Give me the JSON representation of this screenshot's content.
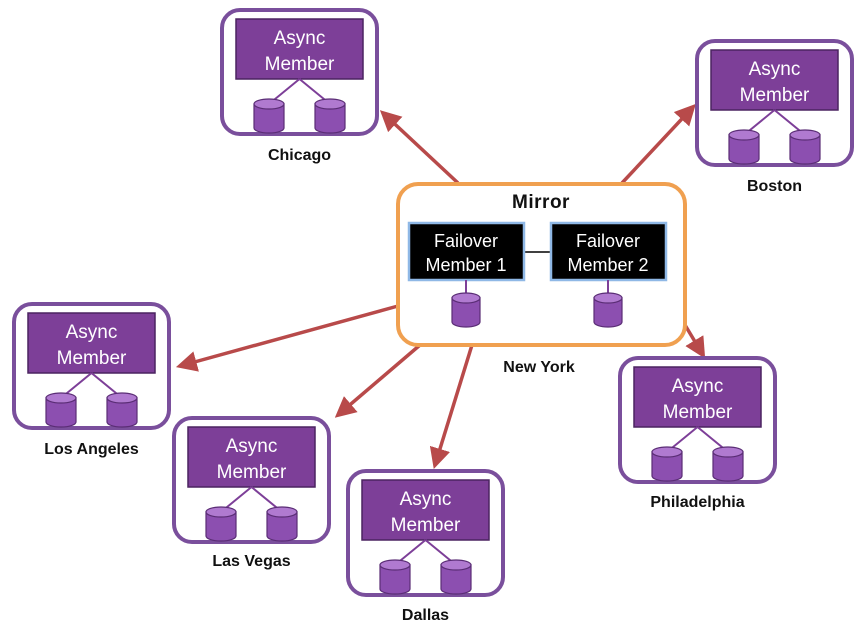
{
  "mirror": {
    "title": "Mirror",
    "location": "New York",
    "failover_members": [
      {
        "line1": "Failover",
        "line2": "Member 1"
      },
      {
        "line1": "Failover",
        "line2": "Member 2"
      }
    ]
  },
  "async_members": [
    {
      "id": "chicago",
      "line1": "Async",
      "line2": "Member",
      "city": "Chicago"
    },
    {
      "id": "boston",
      "line1": "Async",
      "line2": "Member",
      "city": "Boston"
    },
    {
      "id": "los-angeles",
      "line1": "Async",
      "line2": "Member",
      "city": "Los Angeles"
    },
    {
      "id": "las-vegas",
      "line1": "Async",
      "line2": "Member",
      "city": "Las Vegas"
    },
    {
      "id": "dallas",
      "line1": "Async",
      "line2": "Member",
      "city": "Dallas"
    },
    {
      "id": "philadelphia",
      "line1": "Async",
      "line2": "Member",
      "city": "Philadelphia"
    }
  ],
  "colors": {
    "frame": "#7a4f9c",
    "member": "#7d3f98",
    "mirror_frame": "#f0a050",
    "arrow": "#b84a4a",
    "failover": "#000000"
  },
  "icons": [
    "database-icon",
    "arrow-icon"
  ]
}
